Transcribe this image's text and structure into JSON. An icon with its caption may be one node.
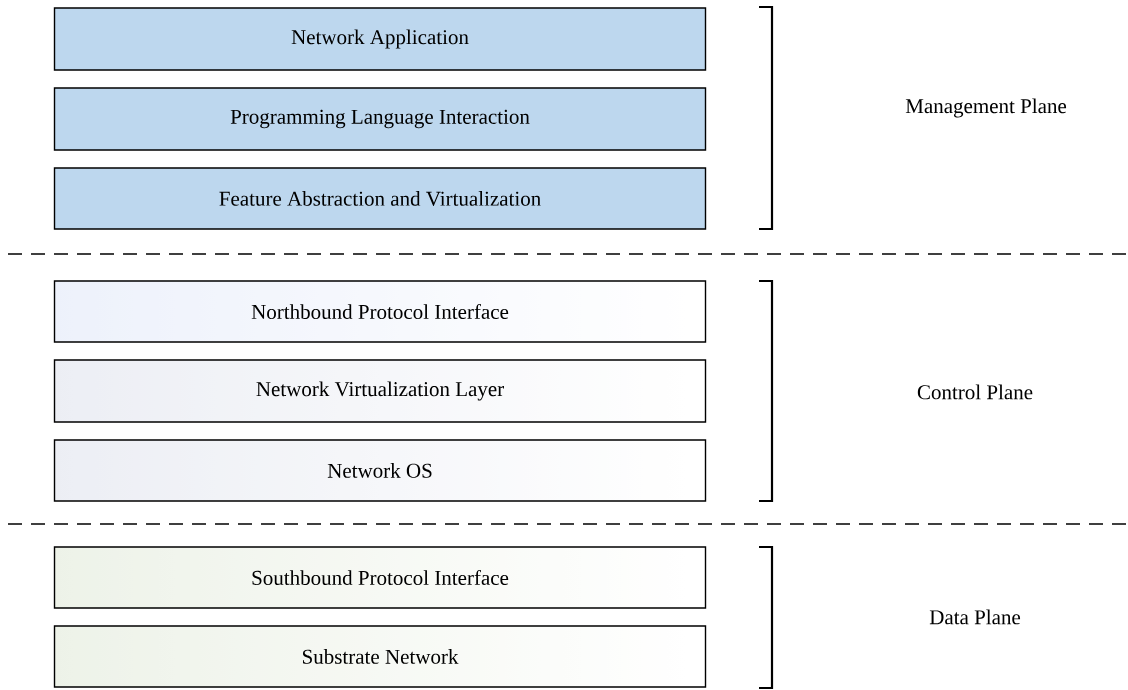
{
  "diagram": {
    "nodes": [
      {
        "text": [
          "Network Application"
        ]
      },
      {
        "text": [
          "Programming Language Interaction"
        ]
      },
      {
        "text": [
          "Feature Abstraction and Virtualization"
        ]
      },
      {
        "text": [
          "Northbound Protocol Interface"
        ]
      },
      {
        "text": [
          "Network Virtualization Layer"
        ]
      },
      {
        "text": [
          "Network OS"
        ]
      },
      {
        "text": [
          "Southbound Protocol Interface"
        ]
      },
      {
        "text": [
          "Substrate Network"
        ]
      }
    ],
    "labels": [
      "Management Plane",
      "Control Plane",
      "Data Plane"
    ]
  }
}
